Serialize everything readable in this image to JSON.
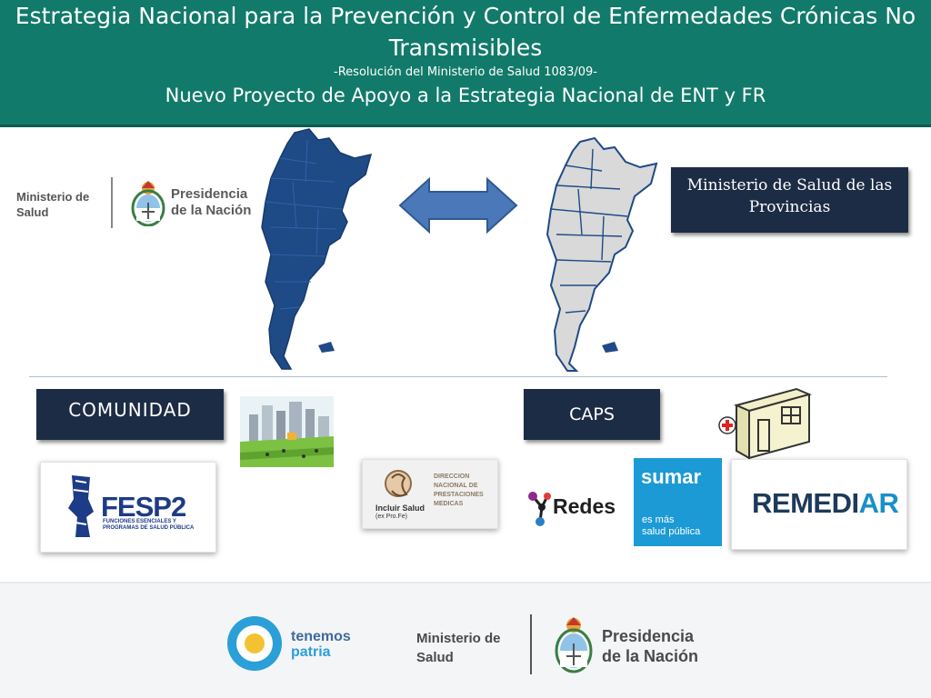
{
  "header": {
    "title": "Estrategia Nacional para la Prevención y Control de Enfermedades Crónicas No Transmisibles",
    "subtitle": "-Resolución del Ministerio de Salud 1083/09-",
    "project": "Nuevo Proyecto de Apoyo a la Estrategia Nacional de ENT y FR"
  },
  "ministry_logo": {
    "line1": "Ministerio de",
    "line2": "Salud",
    "pres1": "Presidencia",
    "pres2": "de la Nación"
  },
  "boxes": {
    "provincias": "Ministerio de Salud de las Provincias",
    "comunidad": "COMUNIDAD",
    "caps": "CAPS"
  },
  "logos": {
    "fesp_name": "FESP2",
    "fesp_sub": "FUNCIONES ESENCIALES Y PROGRAMAS DE SALUD PÚBLICA",
    "incluir_name": "Incluir Salud",
    "incluir_sub": "(ex Pro.Fe)",
    "incluir_dir": "DIRECCION NACIONAL DE PRESTACIONES MEDICAS",
    "redes": "Redes",
    "sumar_main": "sumar",
    "sumar_sub1": "es más",
    "sumar_sub2": "salud pública",
    "remediar_a": "REMEDI",
    "remediar_b": "AR"
  },
  "footer": {
    "tp1": "tenemos",
    "tp2": "patria",
    "ms1": "Ministerio de",
    "ms2": "Salud",
    "pres1": "Presidencia",
    "pres2": "de la Nación"
  },
  "colors": {
    "header_bg": "#127a6a",
    "dark_box": "#1d2c45",
    "map_blue": "#1e4a86",
    "map_gray": "#d9d9d9",
    "arrow_blue": "#4a78b8",
    "sumar_blue": "#1c9ad6"
  },
  "icons": [
    "argentina-map-icon",
    "double-arrow-icon",
    "coat-of-arms-icon",
    "city-icon",
    "health-post-icon",
    "redes-icon",
    "tenemos-patria-icon"
  ]
}
